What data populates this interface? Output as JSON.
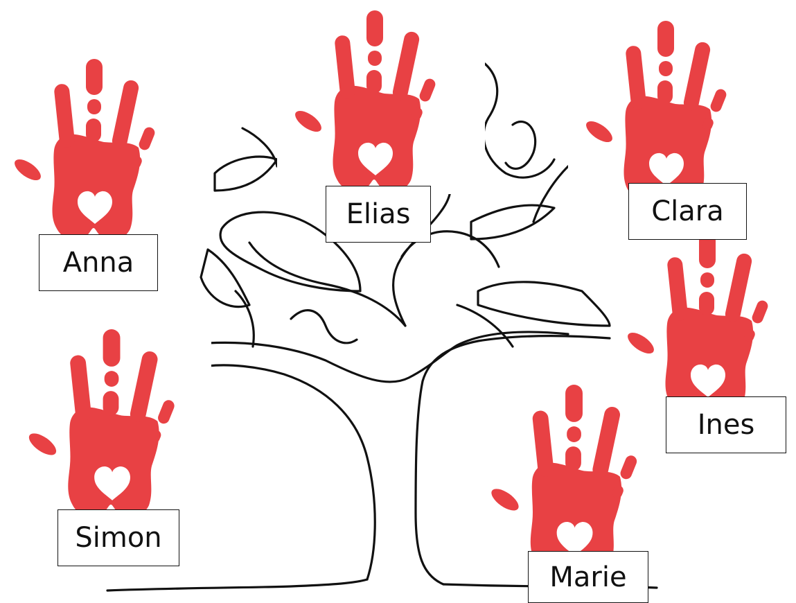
{
  "colors": {
    "hand": "#e84144",
    "tree": "#111111",
    "label_border": "#111111",
    "background": "#ffffff"
  },
  "icons": {
    "hand": "handprint-with-heart-icon",
    "tree": "line-tree-icon"
  },
  "names": {
    "anna": "Anna",
    "elias": "Elias",
    "clara": "Clara",
    "ines": "Ines",
    "simon": "Simon",
    "marie": "Marie"
  }
}
